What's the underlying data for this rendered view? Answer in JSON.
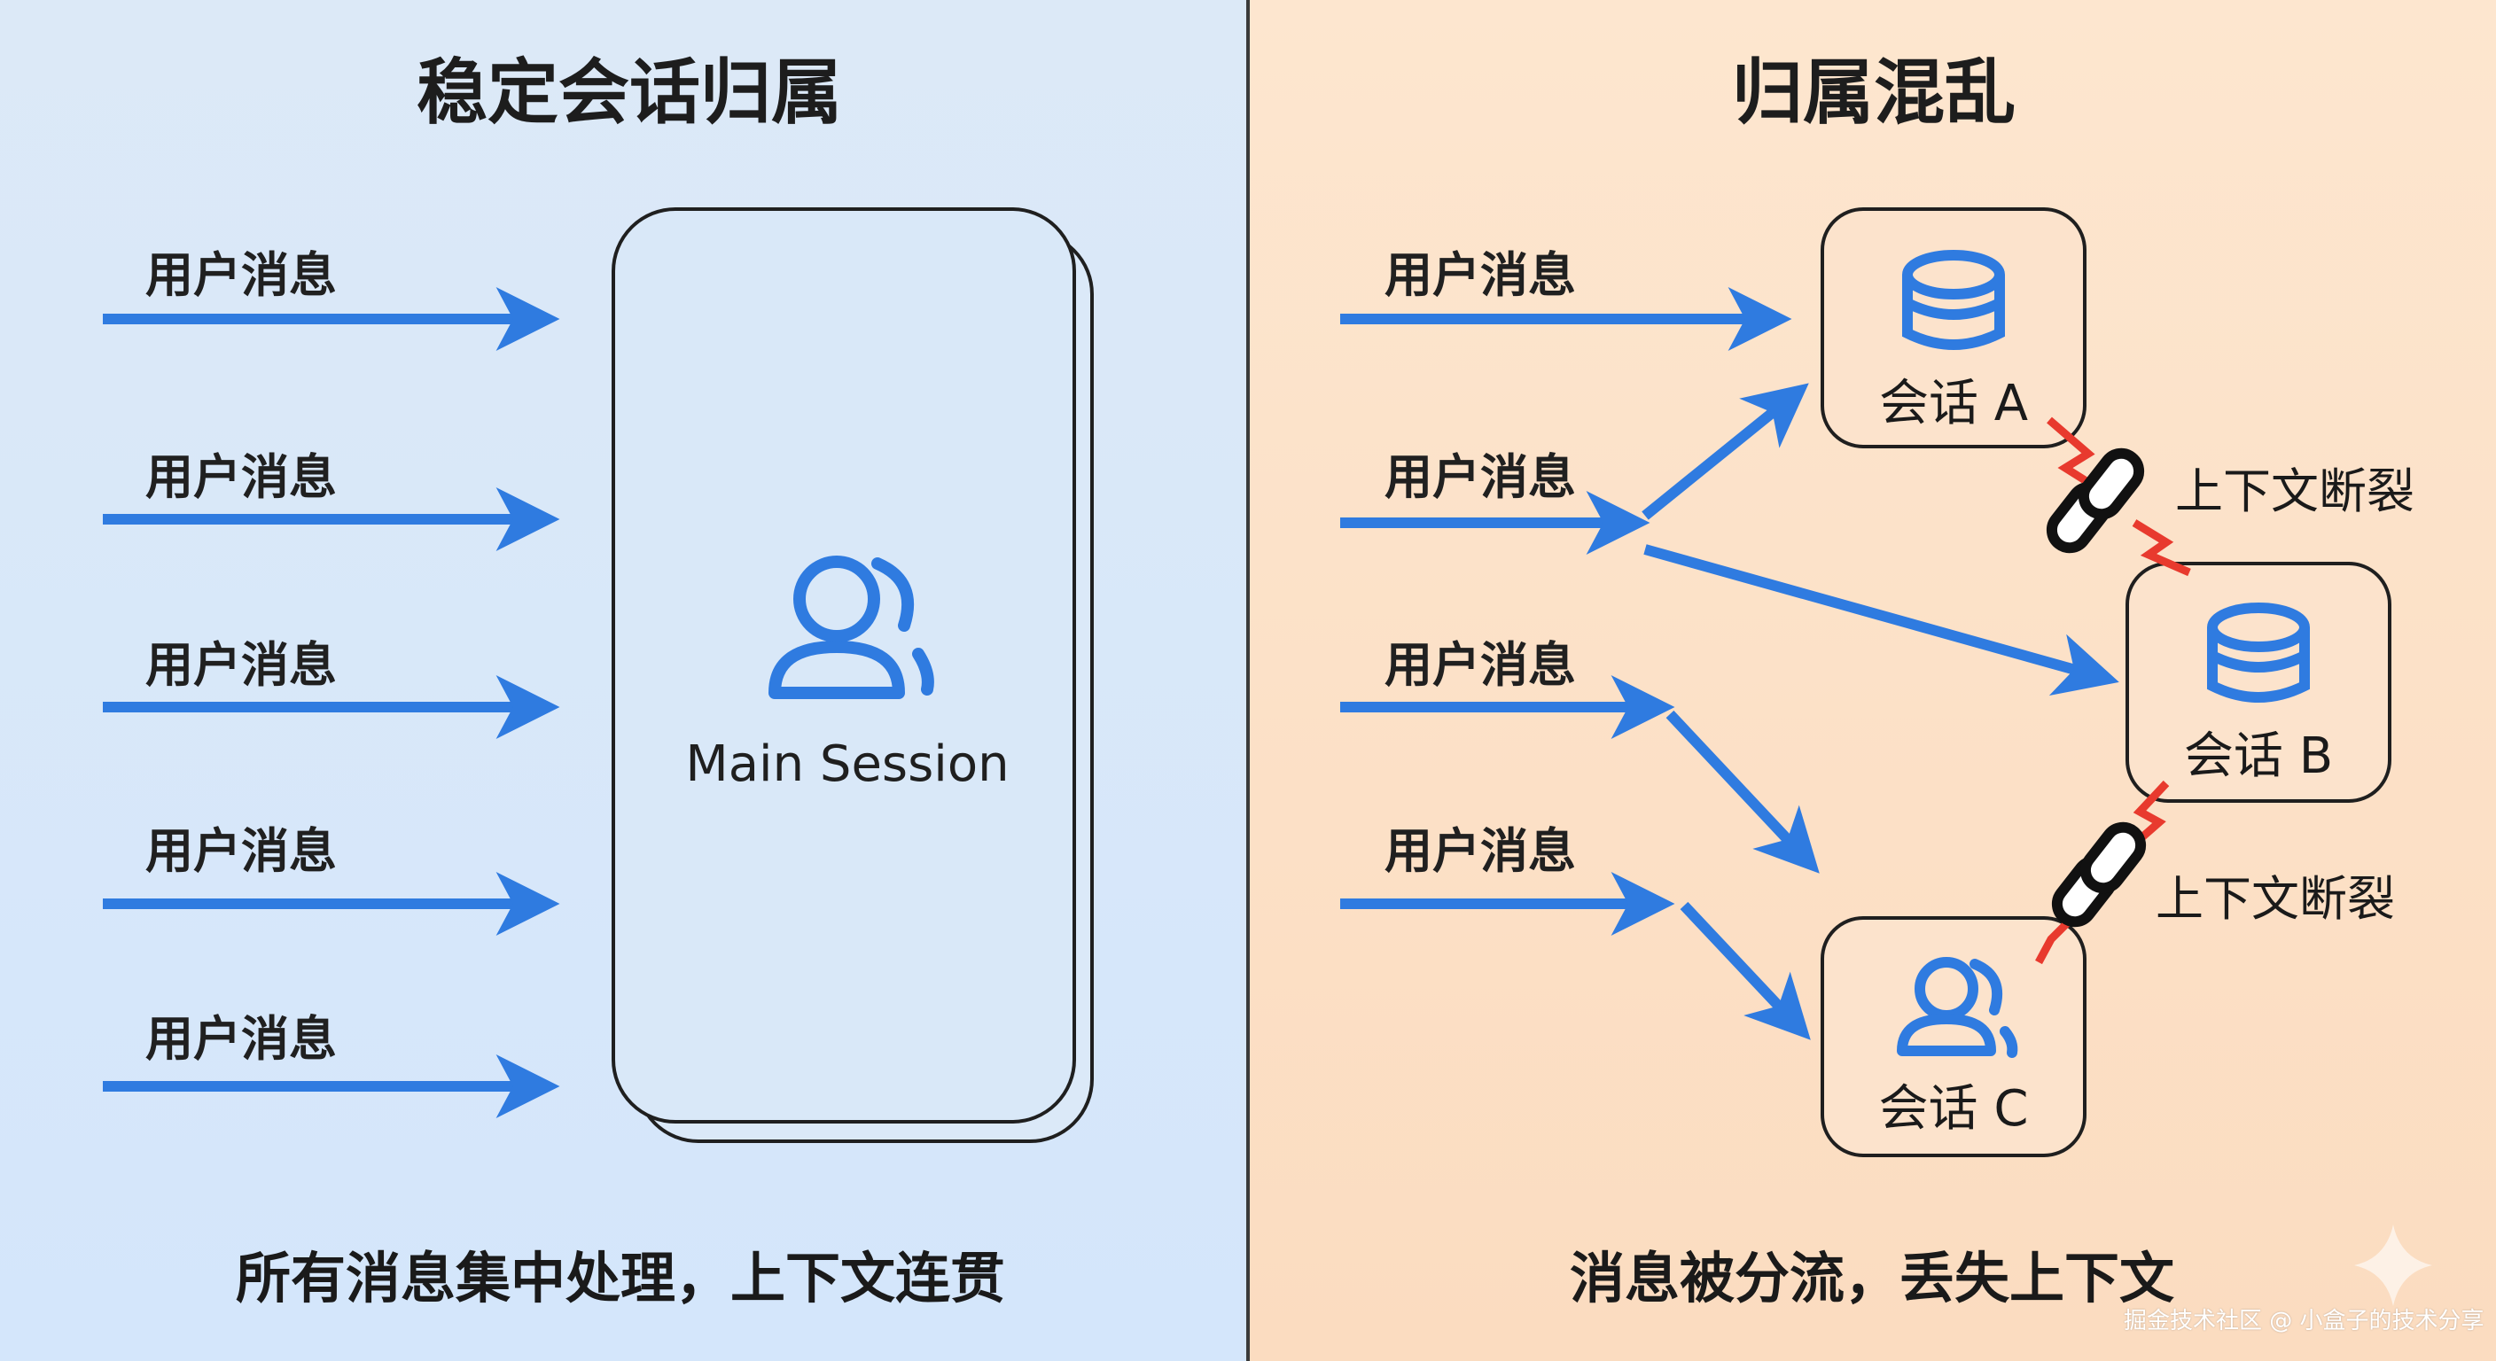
{
  "left": {
    "title": "稳定会话归属",
    "messages": [
      "用户消息",
      "用户消息",
      "用户消息",
      "用户消息",
      "用户消息"
    ],
    "session_label": "Main Session",
    "caption": "所有消息集中处理，上下文连贯",
    "icon": "users-icon"
  },
  "right": {
    "title": "归属混乱",
    "messages": [
      "用户消息",
      "用户消息",
      "用户消息",
      "用户消息"
    ],
    "sessions": [
      {
        "label": "会话 A",
        "icon": "database-icon"
      },
      {
        "label": "会话 B",
        "icon": "database-icon"
      },
      {
        "label": "会话 C",
        "icon": "users-icon"
      }
    ],
    "breaks": [
      "上下文断裂",
      "上下文断裂"
    ],
    "break_icon": "broken-link-icon",
    "caption": "消息被分流，丢失上下文"
  },
  "watermark": "掘金技术社区 @ 小盒子的技术分享",
  "colors": {
    "arrow_blue": "#2f7be0",
    "left_bg": "#d8e8f8",
    "right_bg": "#fce2c9",
    "break_red": "#e83a2e"
  }
}
